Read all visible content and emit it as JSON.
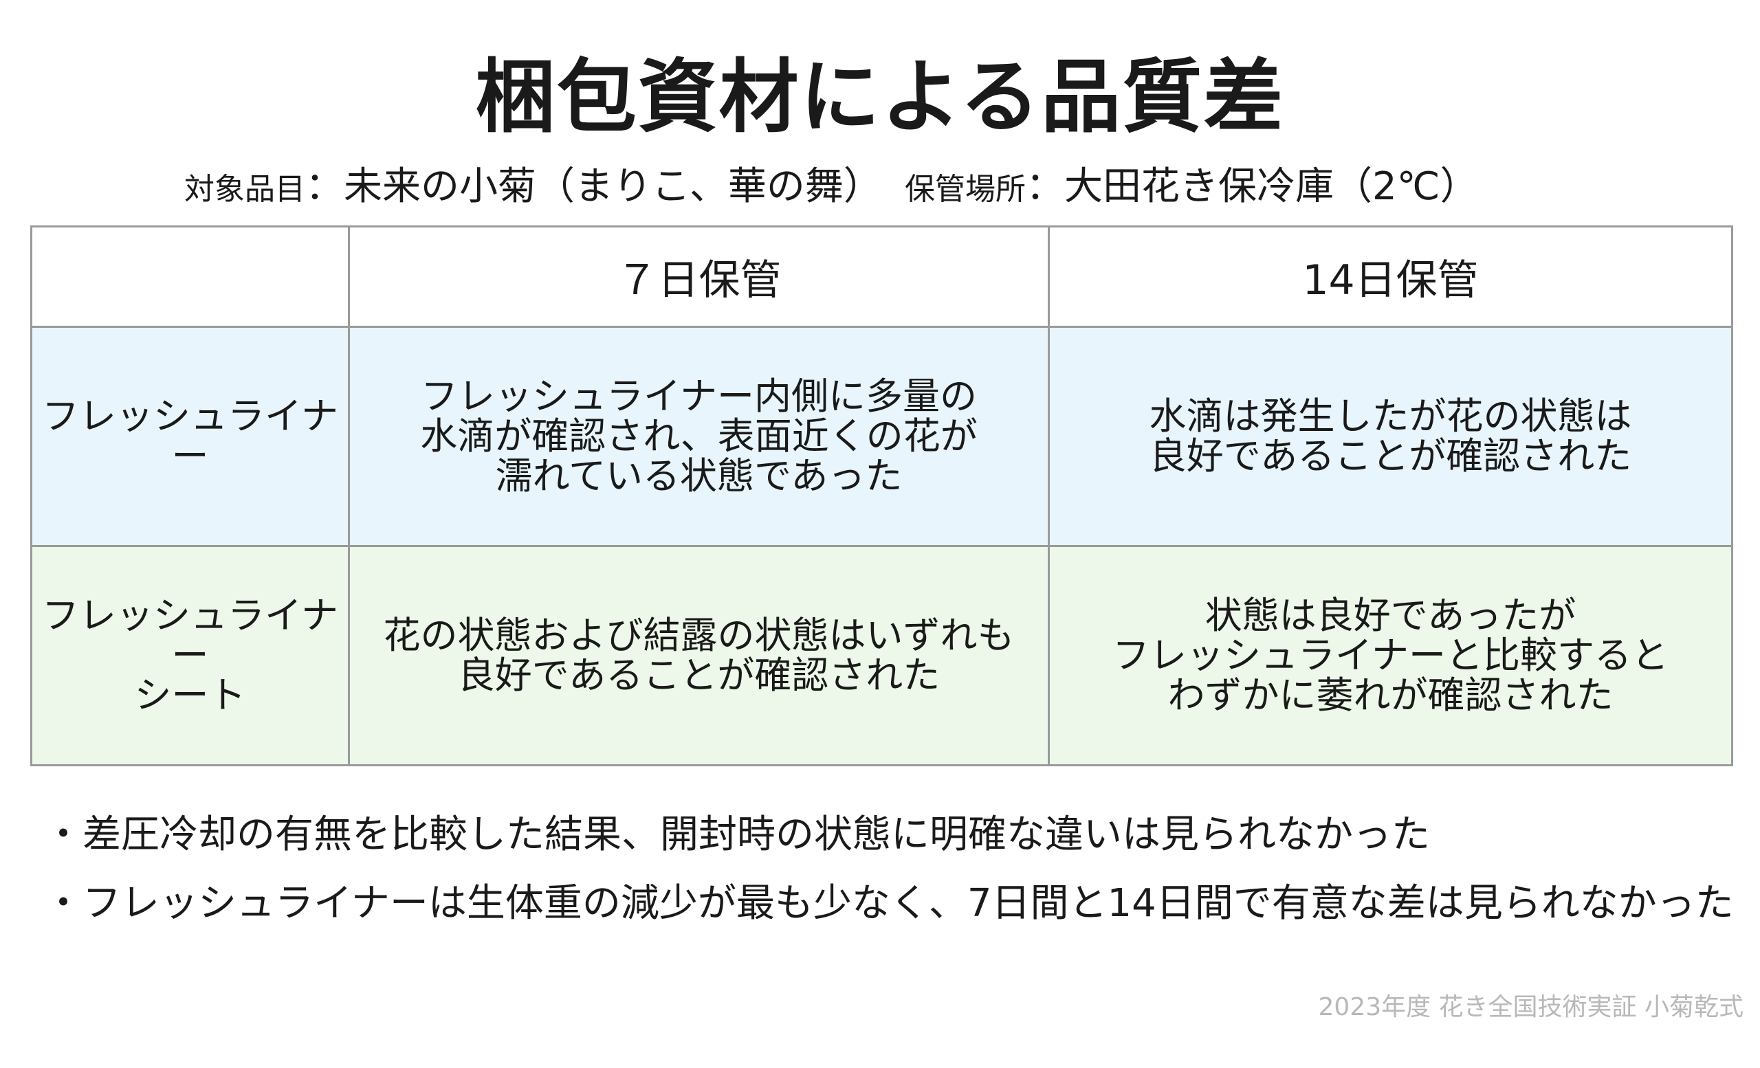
{
  "title": "梱包資材による品質差",
  "subtitle": {
    "item_label": "対象品目",
    "item_value": "：未来の小菊（まりこ、華の舞）",
    "location_label": "保管場所",
    "location_value": "：大田花き保冷庫（2℃）"
  },
  "table": {
    "headers": [
      "",
      "７日保管",
      "14日保管"
    ],
    "rows": [
      {
        "label": "フレッシュライナー",
        "cells": [
          "フレッシュライナー内側に多量の\n水滴が確認され、表面近くの花が\n濡れている状態であった",
          "水滴は発生したが花の状態は\n良好であることが確認された"
        ]
      },
      {
        "label": "フレッシュライナー\nシート",
        "cells": [
          "花の状態および結露の状態はいずれも\n良好であることが確認された",
          "状態は良好であったが\nフレッシュライナーと比較すると\nわずかに萎れが確認された"
        ]
      }
    ]
  },
  "notes": [
    "・差圧冷却の有無を比較した結果、開封時の状態に明確な違いは見られなかった",
    "・フレッシュライナーは生体重の減少が最も少なく、7日間と14日間で有意な差は見られなかった"
  ],
  "footer": "2023年度 花き全国技術実証 小菊乾式"
}
